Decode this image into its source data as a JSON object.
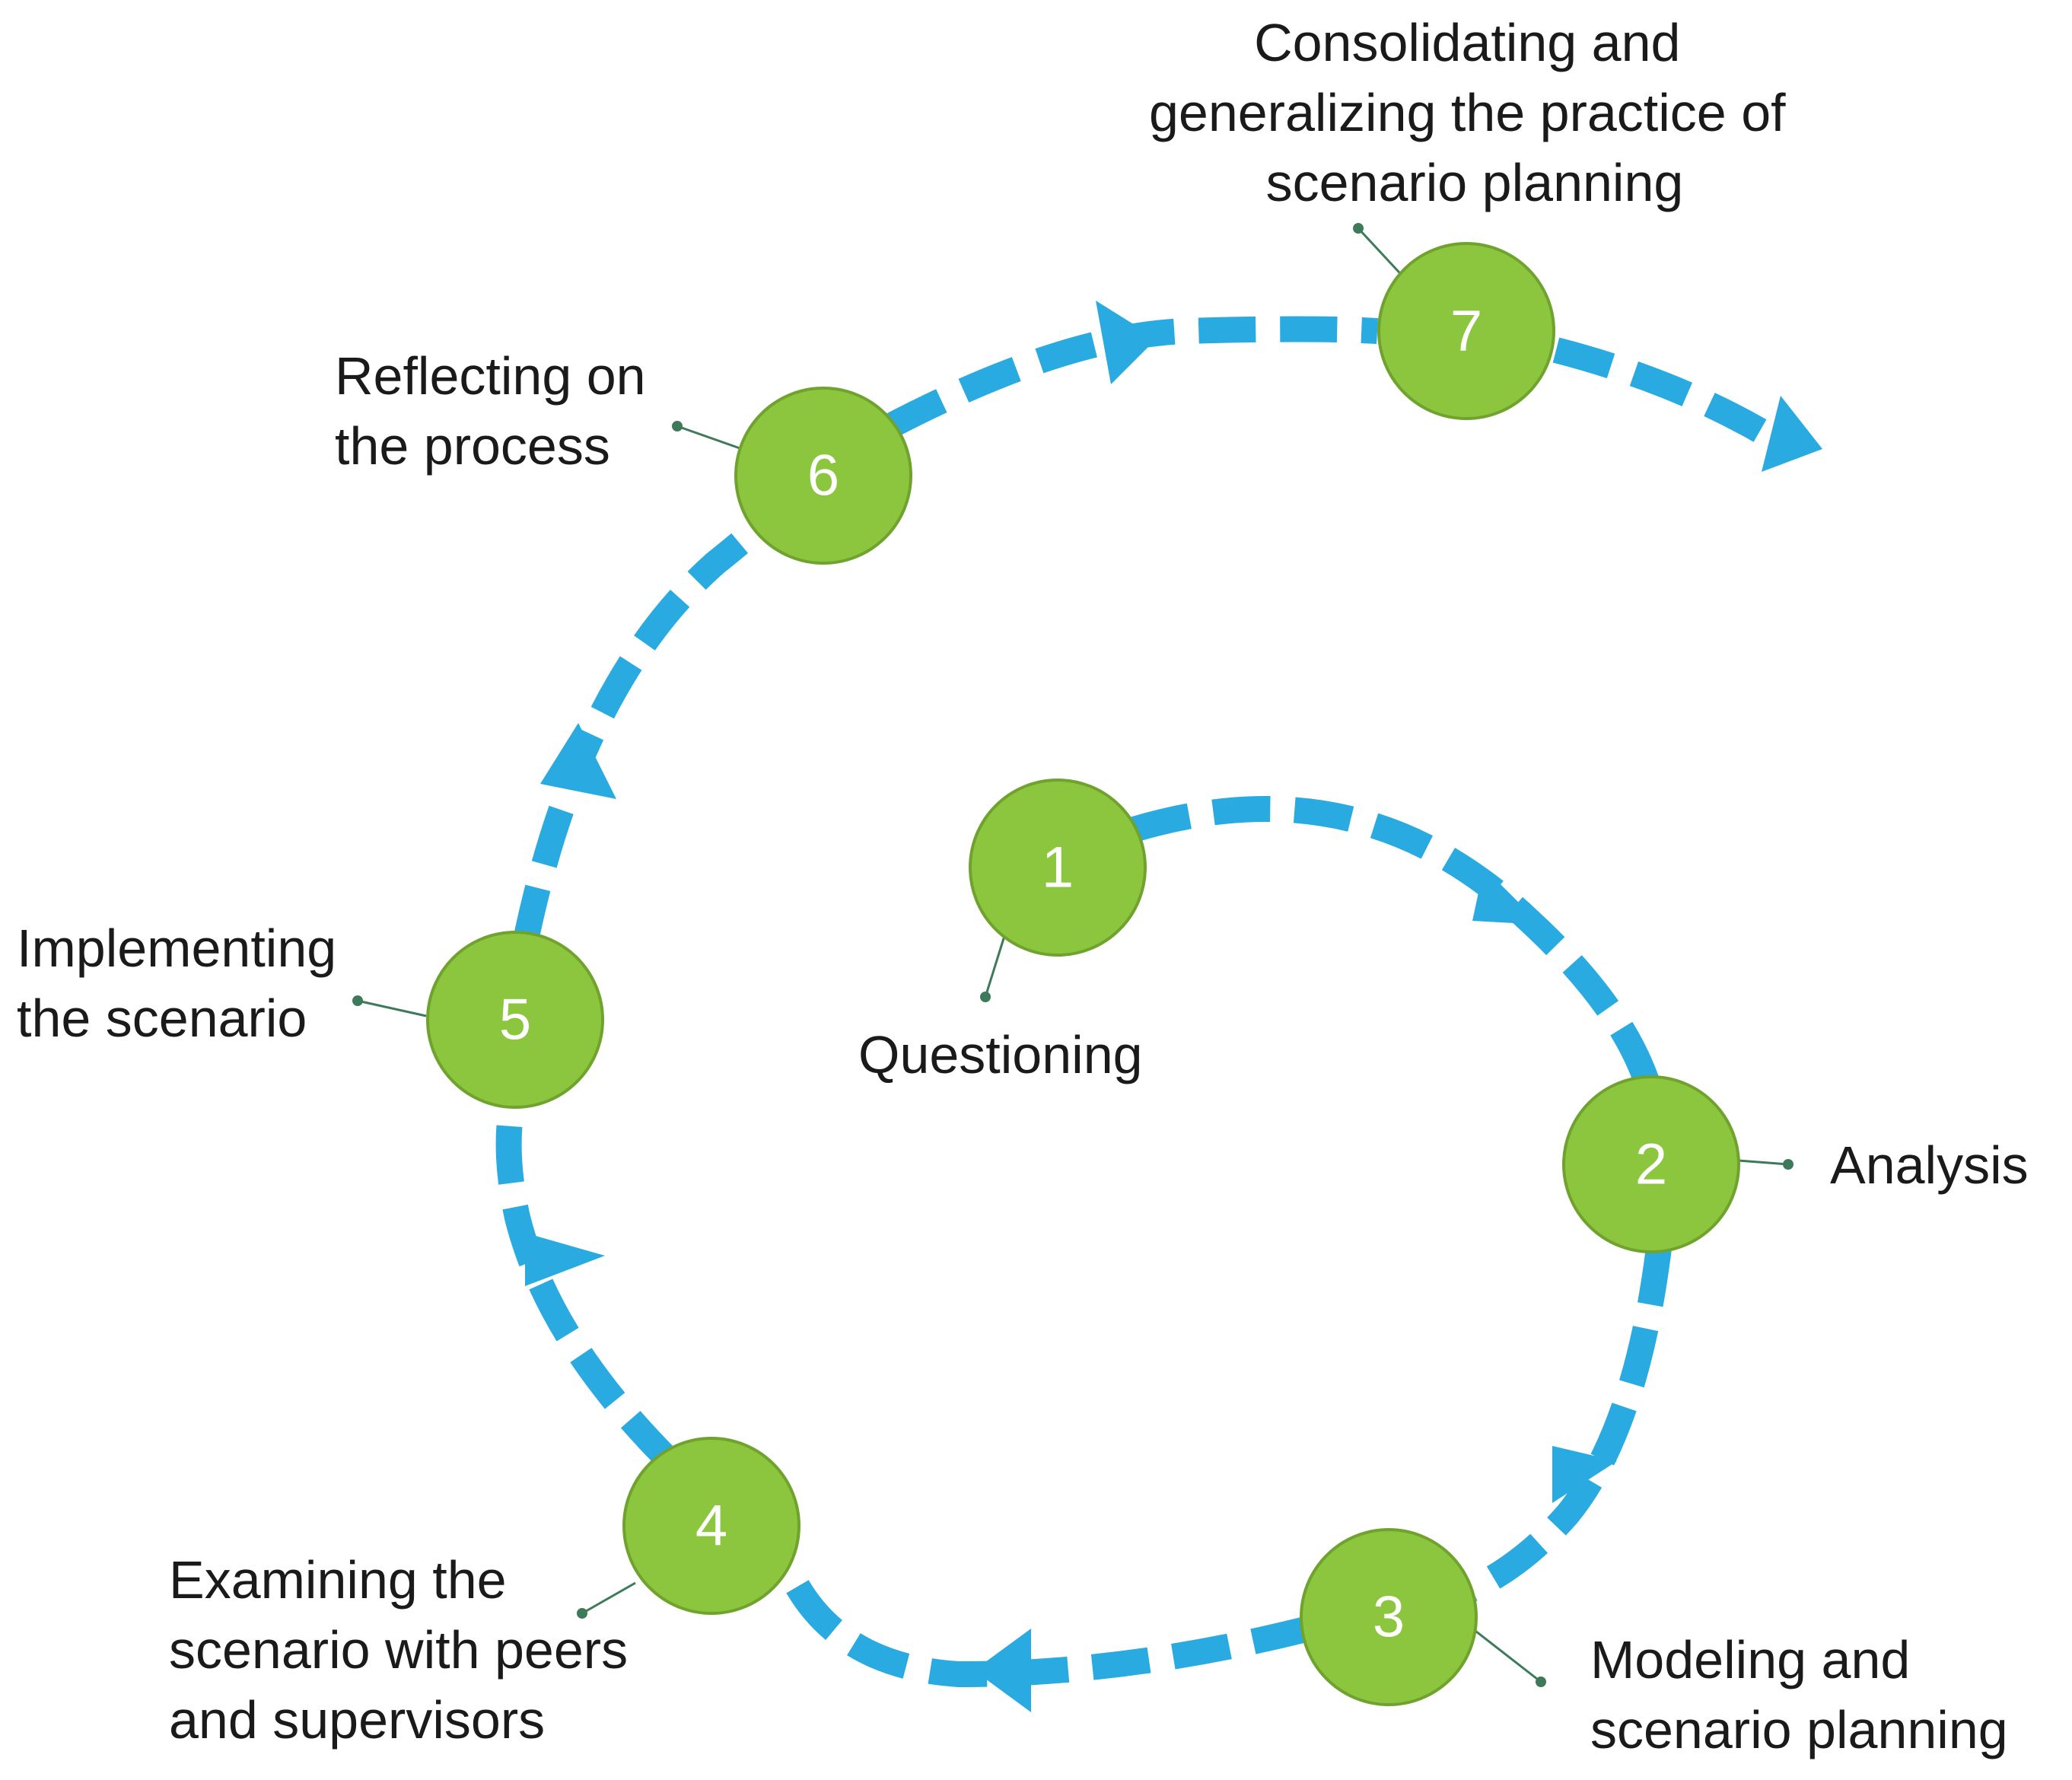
{
  "colors": {
    "arrow": "#29abe2",
    "node_fill": "#8cc63f",
    "node_stroke": "#6fa32e",
    "leader": "#3d7a5a",
    "text": "#1a1a1a"
  },
  "steps": [
    {
      "number": "1",
      "label_lines": [
        "Questioning"
      ]
    },
    {
      "number": "2",
      "label_lines": [
        "Analysis"
      ]
    },
    {
      "number": "3",
      "label_lines": [
        "Modeling and",
        "scenario planning"
      ]
    },
    {
      "number": "4",
      "label_lines": [
        "Examining the",
        "scenario with peers",
        "and supervisors"
      ]
    },
    {
      "number": "5",
      "label_lines": [
        "Implementing",
        "the scenario"
      ]
    },
    {
      "number": "6",
      "label_lines": [
        "Reflecting on",
        "the process"
      ]
    },
    {
      "number": "7",
      "label_lines": [
        "Consolidating and",
        "generalizing the practice of",
        "scenario planning"
      ]
    }
  ]
}
